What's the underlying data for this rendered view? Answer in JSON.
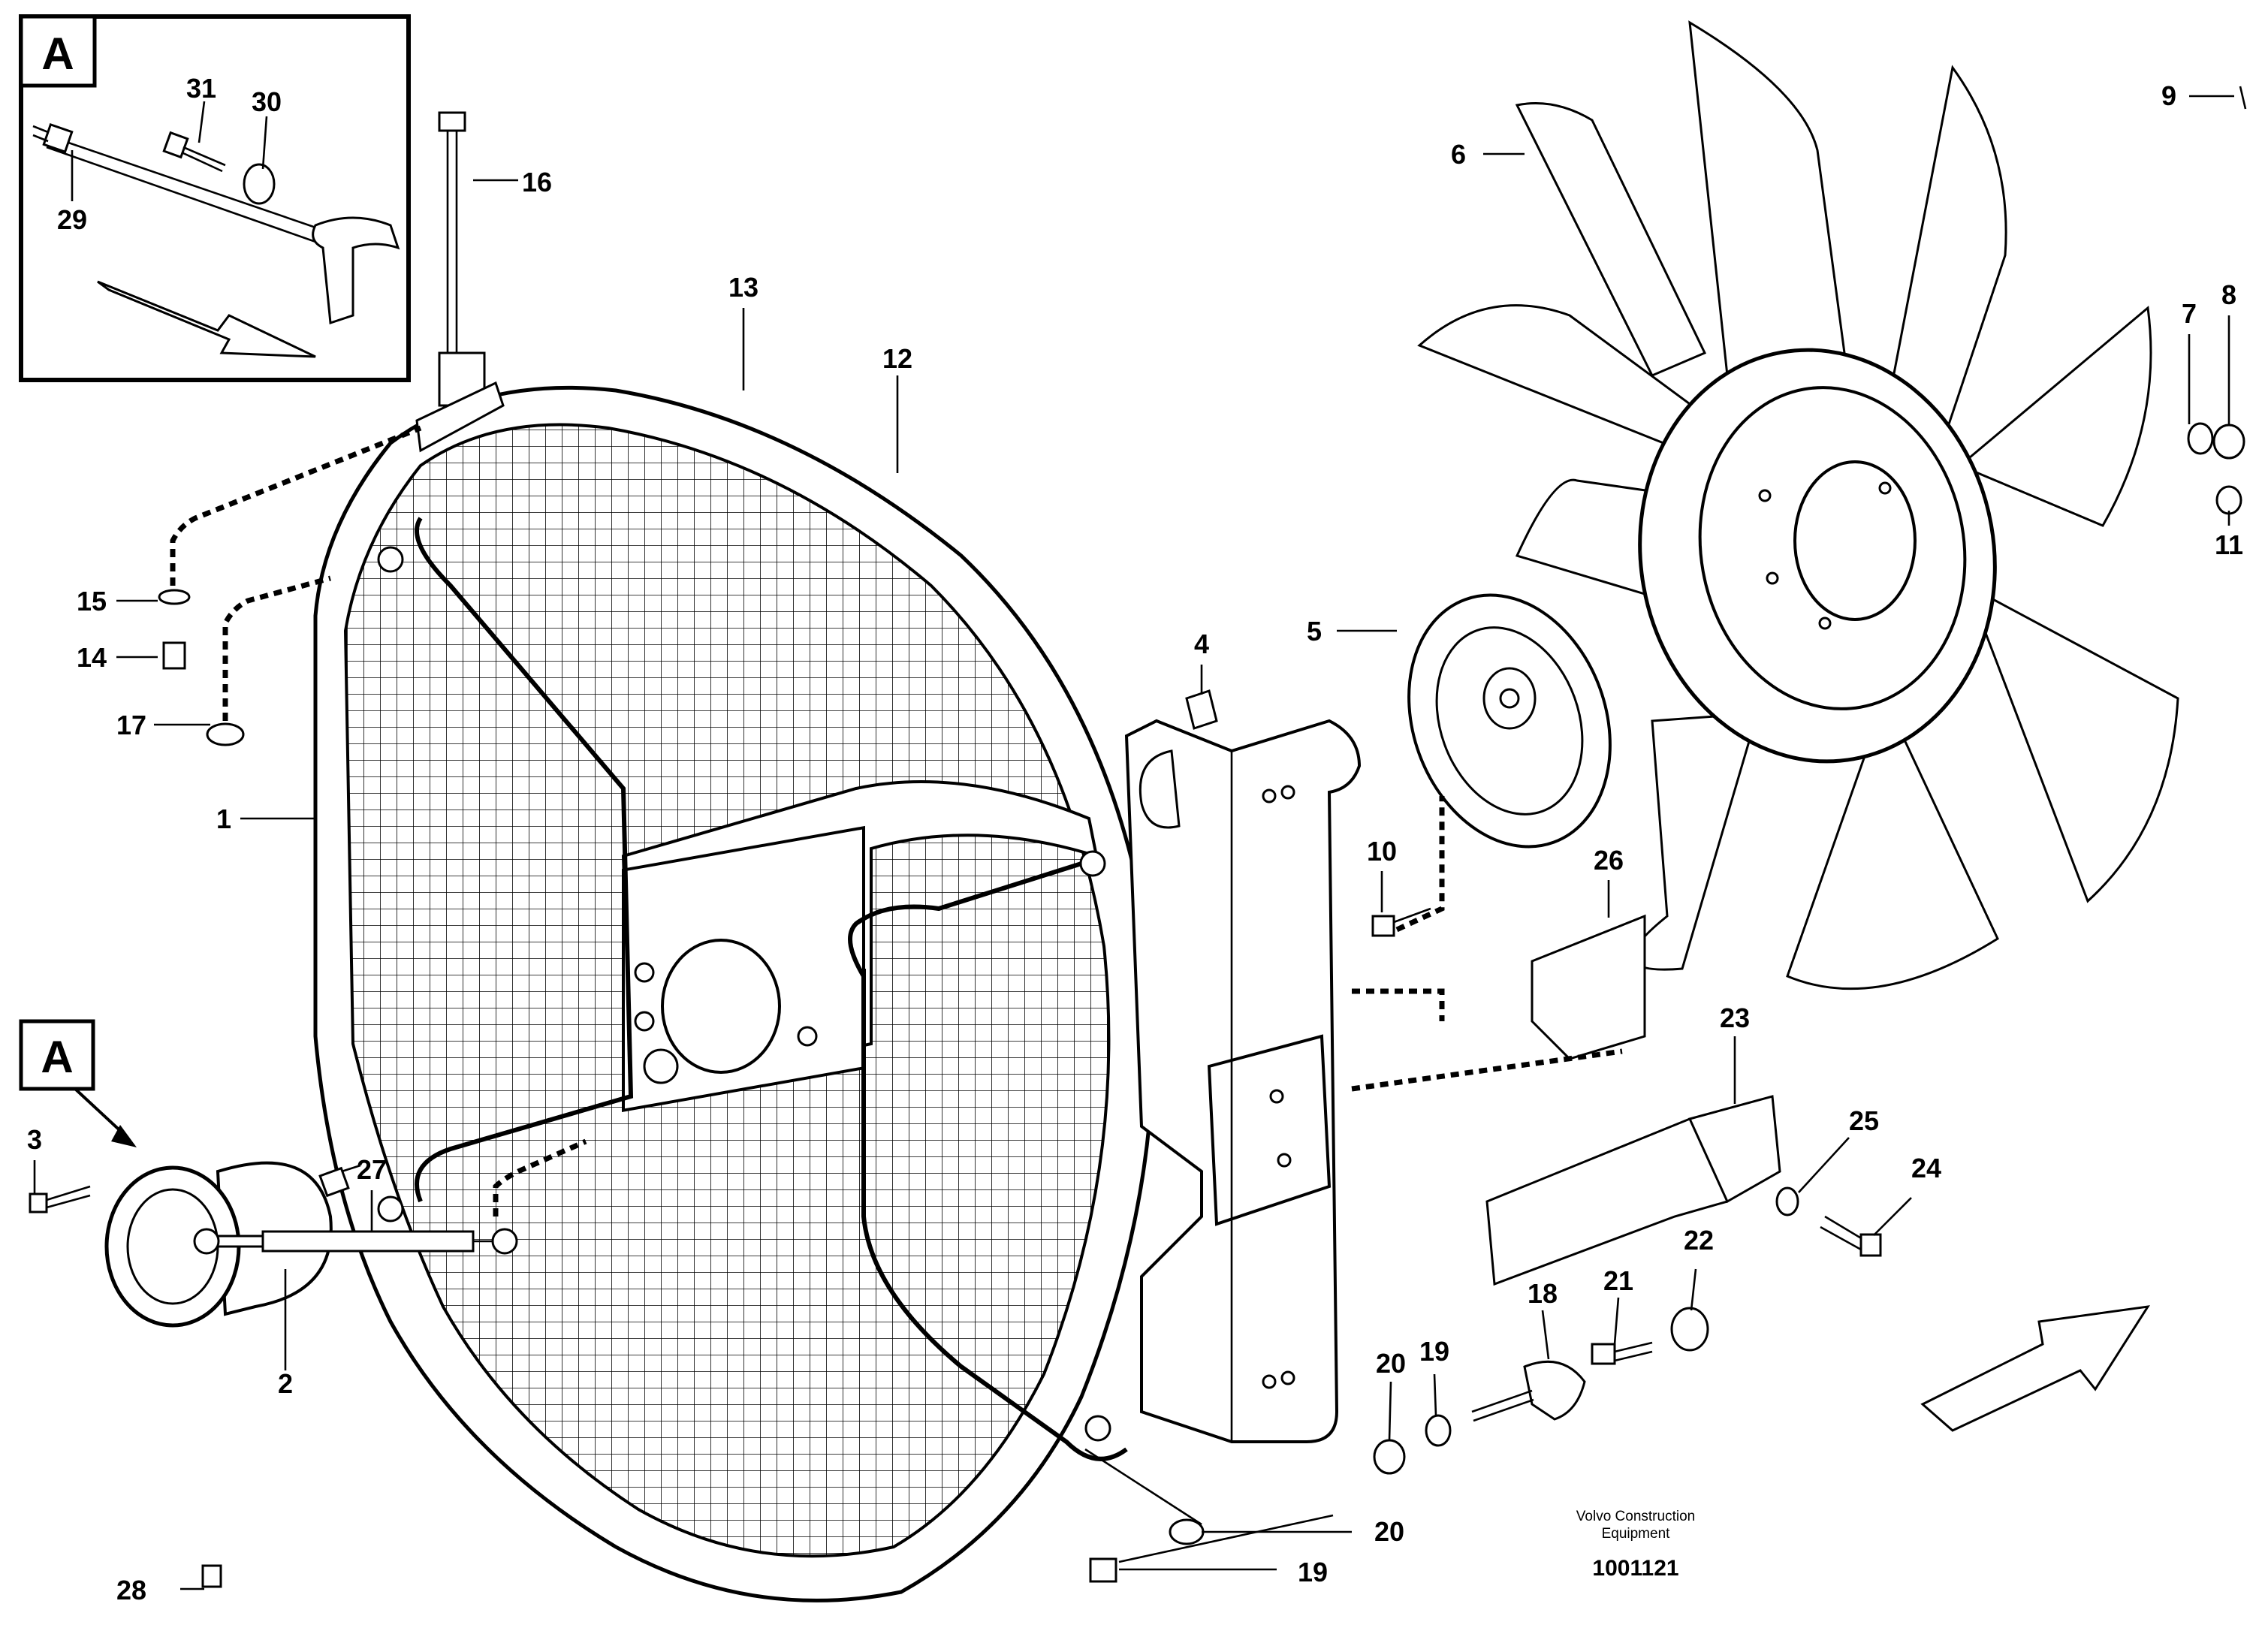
{
  "diagram": {
    "inset_label": "A",
    "view_marker_label": "A",
    "credit_line1": "Volvo Construction",
    "credit_line2": "Equipment",
    "document_number": "1001121"
  },
  "callouts": [
    {
      "id": "31",
      "text": "31"
    },
    {
      "id": "30",
      "text": "30"
    },
    {
      "id": "29",
      "text": "29"
    },
    {
      "id": "16",
      "text": "16"
    },
    {
      "id": "13",
      "text": "13"
    },
    {
      "id": "12",
      "text": "12"
    },
    {
      "id": "15",
      "text": "15"
    },
    {
      "id": "14",
      "text": "14"
    },
    {
      "id": "17",
      "text": "17"
    },
    {
      "id": "1",
      "text": "1"
    },
    {
      "id": "3",
      "text": "3"
    },
    {
      "id": "2",
      "text": "2"
    },
    {
      "id": "27",
      "text": "27"
    },
    {
      "id": "28",
      "text": "28"
    },
    {
      "id": "4",
      "text": "4"
    },
    {
      "id": "5",
      "text": "5"
    },
    {
      "id": "6",
      "text": "6"
    },
    {
      "id": "9",
      "text": "9"
    },
    {
      "id": "7",
      "text": "7"
    },
    {
      "id": "8",
      "text": "8"
    },
    {
      "id": "11",
      "text": "11"
    },
    {
      "id": "10",
      "text": "10"
    },
    {
      "id": "26",
      "text": "26"
    },
    {
      "id": "23",
      "text": "23"
    },
    {
      "id": "25",
      "text": "25"
    },
    {
      "id": "24",
      "text": "24"
    },
    {
      "id": "22",
      "text": "22"
    },
    {
      "id": "21",
      "text": "21"
    },
    {
      "id": "18",
      "text": "18"
    },
    {
      "id": "20a",
      "text": "20"
    },
    {
      "id": "19a",
      "text": "19"
    },
    {
      "id": "20b",
      "text": "20"
    },
    {
      "id": "19b",
      "text": "19"
    }
  ]
}
